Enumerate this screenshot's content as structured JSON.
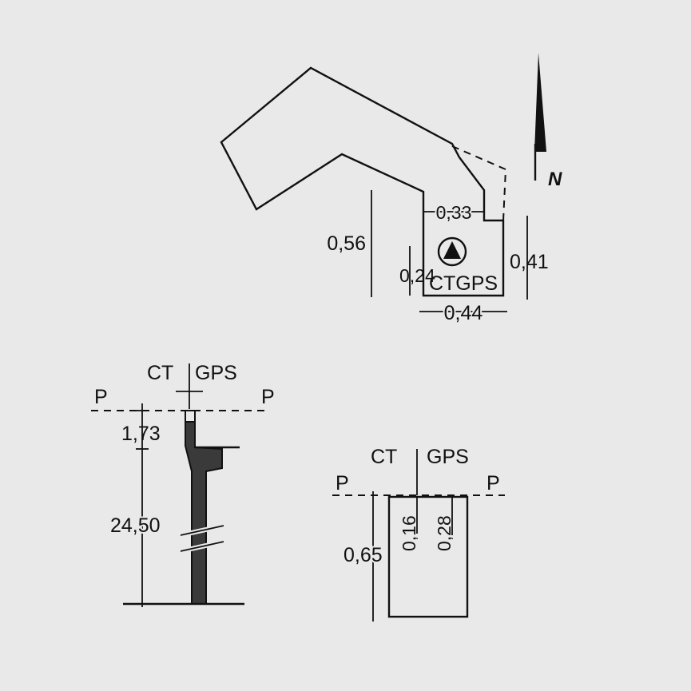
{
  "north": {
    "label": "N"
  },
  "plan": {
    "marker_label": "CTGPS",
    "dims": {
      "width_top": "0,33",
      "height_left": "0,56",
      "marker_offset": "0,24",
      "height_right": "0,41",
      "width_bottom": "0,44"
    }
  },
  "section_left": {
    "title_left": "CT",
    "title_right": "GPS",
    "plane_left": "P",
    "plane_right": "P",
    "dim_top": "1,73",
    "dim_height": "24,50"
  },
  "section_right": {
    "title_left": "CT",
    "title_right": "GPS",
    "plane_left": "P",
    "plane_right": "P",
    "dim_height": "0,65",
    "dim_a": "0,16",
    "dim_b": "0,28"
  }
}
